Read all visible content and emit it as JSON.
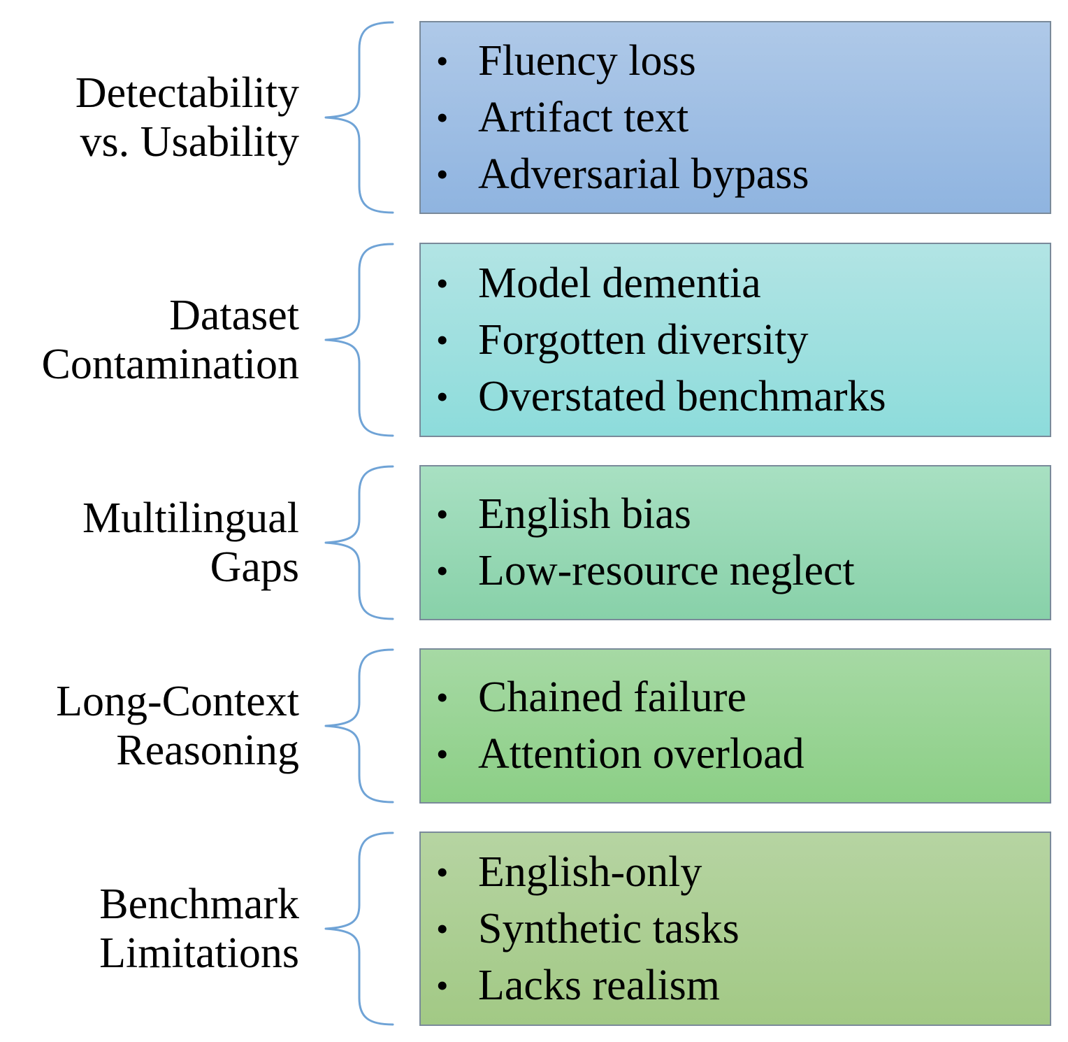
{
  "colors": {
    "brace": "#6fa3d6",
    "box_border": "#7a8a9a"
  },
  "rows": [
    {
      "category_lines": [
        "Detectability",
        "vs. Usability"
      ],
      "items": [
        "Fluency loss",
        "Artifact text",
        "Adversarial bypass"
      ],
      "fill_top": "#afc9e8",
      "fill_bottom": "#8fb4e0"
    },
    {
      "category_lines": [
        "Dataset",
        "Contamination"
      ],
      "items": [
        "Model dementia",
        "Forgotten diversity",
        "Overstated benchmarks"
      ],
      "fill_top": "#b2e4e4",
      "fill_bottom": "#8ddcdb"
    },
    {
      "category_lines": [
        "Multilingual",
        "Gaps"
      ],
      "items": [
        "English bias",
        "Low-resource neglect"
      ],
      "fill_top": "#a8e0c2",
      "fill_bottom": "#88d1a9"
    },
    {
      "category_lines": [
        "Long-Context",
        "Reasoning"
      ],
      "items": [
        "Chained failure",
        "Attention overload"
      ],
      "fill_top": "#a6d9a4",
      "fill_bottom": "#8ccf86"
    },
    {
      "category_lines": [
        "Benchmark",
        "Limitations"
      ],
      "items": [
        "English-only",
        "Synthetic tasks",
        "Lacks realism"
      ],
      "fill_top": "#b6d4a2",
      "fill_bottom": "#a2c985"
    }
  ]
}
